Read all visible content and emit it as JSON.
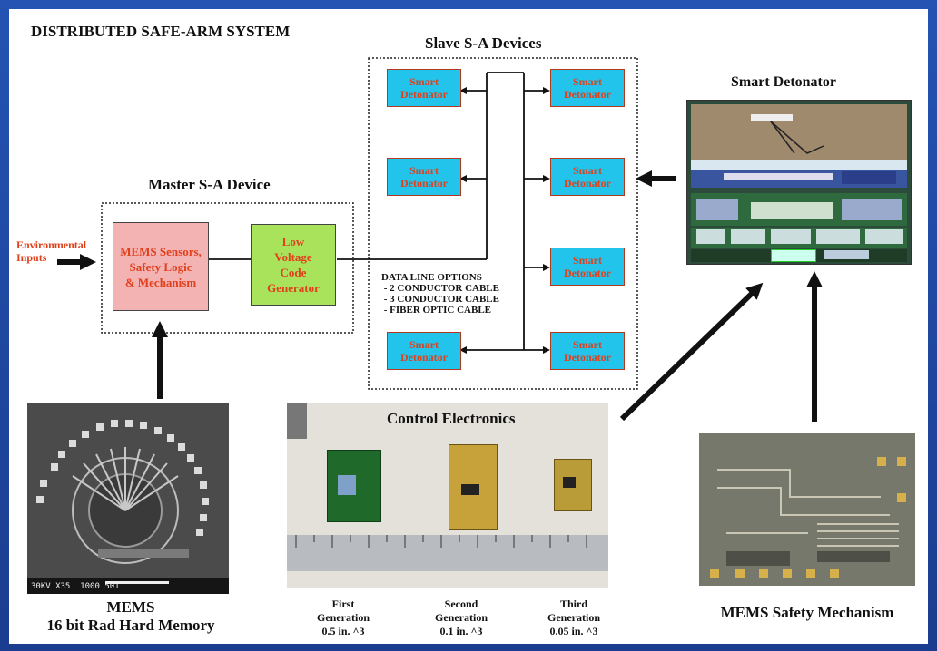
{
  "title": "DISTRIBUTED  SAFE-ARM SYSTEM",
  "slave_title": "Slave S-A Devices",
  "master_title": "Master S-A Device",
  "smart_detonator_title": "Smart Detonator",
  "detonator_label": "Smart\nDetonator",
  "environmental_inputs": "Environmental\nInputs",
  "mems_box": "MEMS Sensors,\nSafety Logic\n& Mechanism",
  "lvcg_box": "Low\nVoltage\nCode\nGenerator",
  "data_line": {
    "header": "DATA LINE OPTIONS",
    "options": [
      " - 2 CONDUCTOR CABLE",
      " - 3 CONDUCTOR CABLE",
      " - FIBER OPTIC CABLE"
    ]
  },
  "control_electronics": "Control Electronics",
  "generations": [
    {
      "name": "First\nGeneration",
      "size": "0.5 in. ^3"
    },
    {
      "name": "Second\nGeneration",
      "size": "0.1 in. ^3"
    },
    {
      "name": "Third\nGeneration",
      "size": "0.05 in. ^3"
    }
  ],
  "mems_caption": "MEMS\n16 bit Rad Hard Memory",
  "safety_caption": "MEMS Safety Mechanism",
  "sem_scale_text": "30KV X35  1000 501",
  "colors": {
    "background": "#1c3f94",
    "detonator_fill": "#22c4ec",
    "detonator_text": "#e0401c",
    "mems_fill": "#f4b3b3",
    "lvcg_fill": "#a9e35c"
  }
}
